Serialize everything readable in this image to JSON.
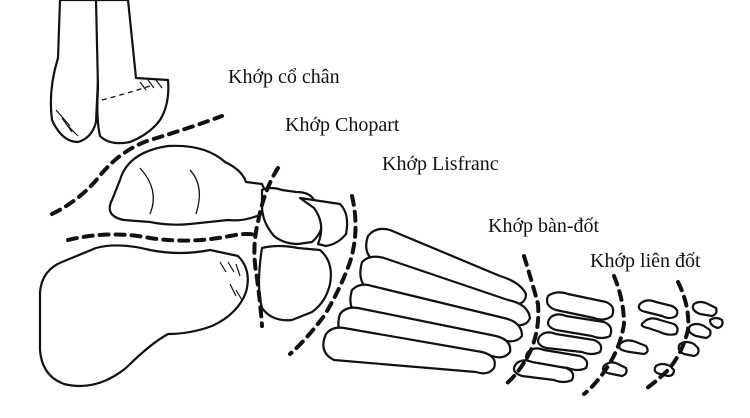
{
  "labels": {
    "ankle_joint": "Khớp cổ chân",
    "chopart_joint": "Khớp Chopart",
    "lisfranc_joint": "Khớp Lisfranc",
    "metatarsophalangeal_joint": "Khớp bàn-đốt",
    "interphalangeal_joint": "Khớp liên đốt"
  },
  "colors": {
    "line": "#111111",
    "background": "#ffffff"
  }
}
